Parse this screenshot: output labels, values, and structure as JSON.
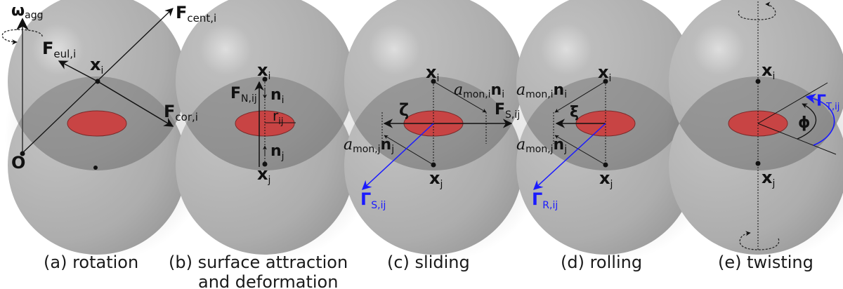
{
  "colors": {
    "sphere": "#b3b3b3",
    "sphere_highlight": "#dcdcdc",
    "overlap": "#7a7a7a",
    "contact": "#c84444",
    "torque": "#1a1aff",
    "line": "#111111"
  },
  "panels": [
    {
      "id": "a",
      "caption": [
        "(a) rotation"
      ],
      "labels": {
        "omega": "ω",
        "omega_sub": "agg",
        "F_cent": "F",
        "F_cent_sub": "cent,i",
        "F_eul": "F",
        "F_eul_sub": "eul,i",
        "F_cor": "F",
        "F_cor_sub": "cor,i",
        "x_i": "x",
        "x_i_sub": "i",
        "origin": "O"
      }
    },
    {
      "id": "b",
      "caption": [
        "(b) surface attraction",
        "and deformation"
      ],
      "labels": {
        "x_i": "x",
        "x_i_sub": "i",
        "x_j": "x",
        "x_j_sub": "j",
        "F_N": "F",
        "F_N_sub": "N,ij",
        "n_i": "n",
        "n_i_sub": "i",
        "n_j": "n",
        "n_j_sub": "j",
        "r": "r",
        "r_sub": "ij"
      }
    },
    {
      "id": "c",
      "caption": [
        "(c) sliding"
      ],
      "labels": {
        "x_i": "x",
        "x_i_sub": "i",
        "x_j": "x",
        "x_j_sub": "j",
        "a_i": "a",
        "a_i_sub": "mon,i",
        "a_i_n": "n",
        "a_i_n_sub": "i",
        "a_j": "a",
        "a_j_sub": "mon,j",
        "a_j_n": "n",
        "a_j_n_sub": "j",
        "zeta": "ζ",
        "F_S": "F",
        "F_S_sub": "S,ij",
        "Gamma": "Γ",
        "Gamma_sub": "S,ij"
      }
    },
    {
      "id": "d",
      "caption": [
        "(d) rolling"
      ],
      "labels": {
        "x_i": "x",
        "x_i_sub": "i",
        "x_j": "x",
        "x_j_sub": "j",
        "a_i": "a",
        "a_i_sub": "mon,i",
        "a_i_n": "n",
        "a_i_n_sub": "i",
        "a_j": "a",
        "a_j_sub": "mon,j",
        "a_j_n": "n",
        "a_j_n_sub": "j",
        "xi": "ξ",
        "Gamma": "Γ",
        "Gamma_sub": "R,ij"
      }
    },
    {
      "id": "e",
      "caption": [
        "(e) twisting"
      ],
      "labels": {
        "x_i": "x",
        "x_i_sub": "i",
        "x_j": "x",
        "x_j_sub": "j",
        "phi": "ϕ",
        "Gamma": "Γ",
        "Gamma_sub": "T,ij"
      }
    }
  ]
}
